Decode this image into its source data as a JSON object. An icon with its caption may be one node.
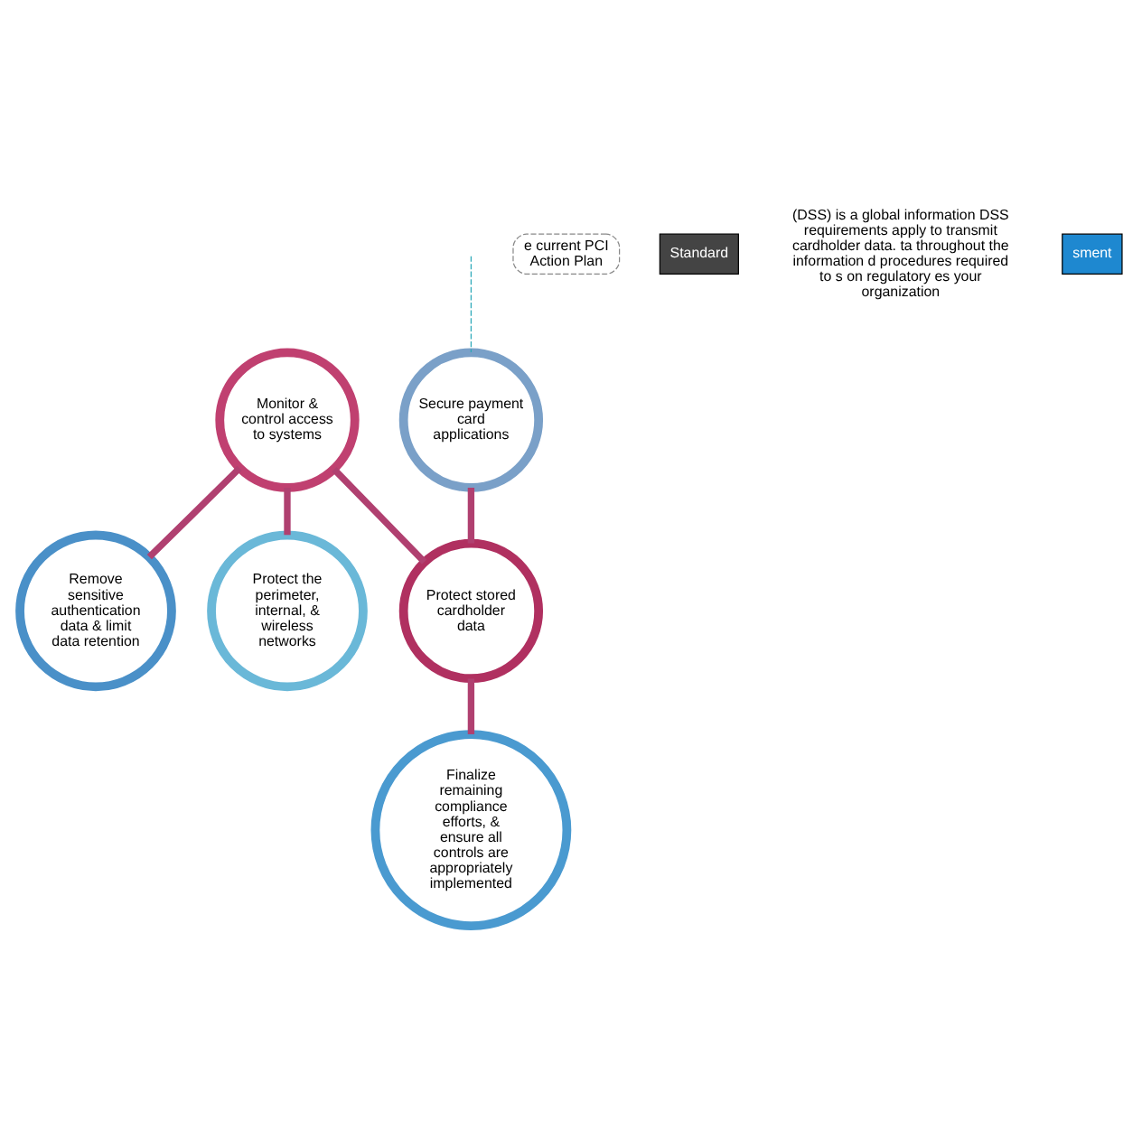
{
  "diagram": {
    "nodes": [
      {
        "text": [
          "Remove sensitive authentication data & limit data retention"
        ]
      },
      {
        "text": [
          "Protect the perimeter, internal, & wireless networks"
        ]
      },
      {
        "text": [
          "Monitor & control access to systems"
        ]
      },
      {
        "text": [
          "Secure payment card applications"
        ]
      },
      {
        "text": [
          "Finalize remaining compliance efforts, & ensure all controls are appropriately implemented"
        ]
      },
      {
        "text": [
          "Protect stored cardholder data"
        ]
      },
      {
        "text": [
          "e current PCI Action Plan"
        ]
      }
    ],
    "edges": [
      {
        "from": 2,
        "to": 0,
        "arrow": "none"
      },
      {
        "from": 2,
        "to": 1,
        "arrow": "none"
      },
      {
        "from": 2,
        "to": 5,
        "arrow": "none"
      },
      {
        "from": 3,
        "to": 5,
        "arrow": "none"
      },
      {
        "from": 5,
        "to": 4,
        "arrow": "none"
      },
      {
        "from": null,
        "to": 3,
        "arrow": "none",
        "style": "dashed",
        "color": "#2aa8b8"
      }
    ],
    "labels": [
      "Standard",
      "(DSS) is a global information DSS requirements apply to transmit cardholder data. ta throughout the information d procedures required to s on regulatory es your organization",
      "sment"
    ]
  }
}
